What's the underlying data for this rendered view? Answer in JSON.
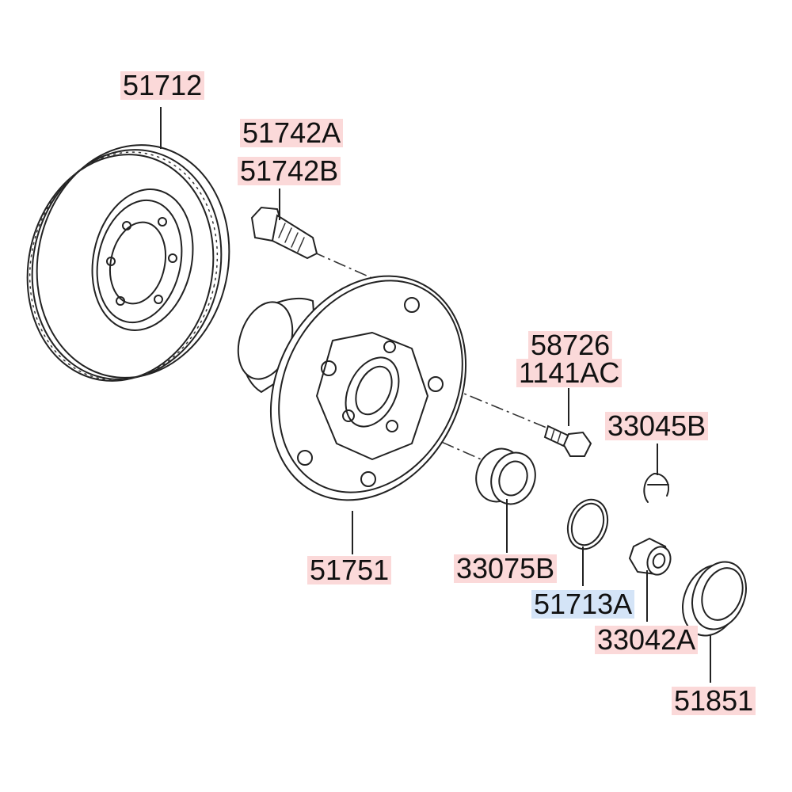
{
  "parts": [
    {
      "id": "brake-disc",
      "number": "51712",
      "highlight": "pink"
    },
    {
      "id": "wheel-stud-a",
      "number": "51742A",
      "highlight": "pink"
    },
    {
      "id": "wheel-stud-b",
      "number": "51742B",
      "highlight": "pink"
    },
    {
      "id": "screw-a",
      "number": "58726",
      "highlight": "pink"
    },
    {
      "id": "screw-b",
      "number": "1141AC",
      "highlight": "pink"
    },
    {
      "id": "split-pin",
      "number": "33045B",
      "highlight": "pink"
    },
    {
      "id": "wheel-hub",
      "number": "51751",
      "highlight": "pink"
    },
    {
      "id": "bearing",
      "number": "33075B",
      "highlight": "pink"
    },
    {
      "id": "washer",
      "number": "51713A",
      "highlight": "blue"
    },
    {
      "id": "castle-nut",
      "number": "33042A",
      "highlight": "pink"
    },
    {
      "id": "grease-cap",
      "number": "51851",
      "highlight": "pink"
    }
  ]
}
